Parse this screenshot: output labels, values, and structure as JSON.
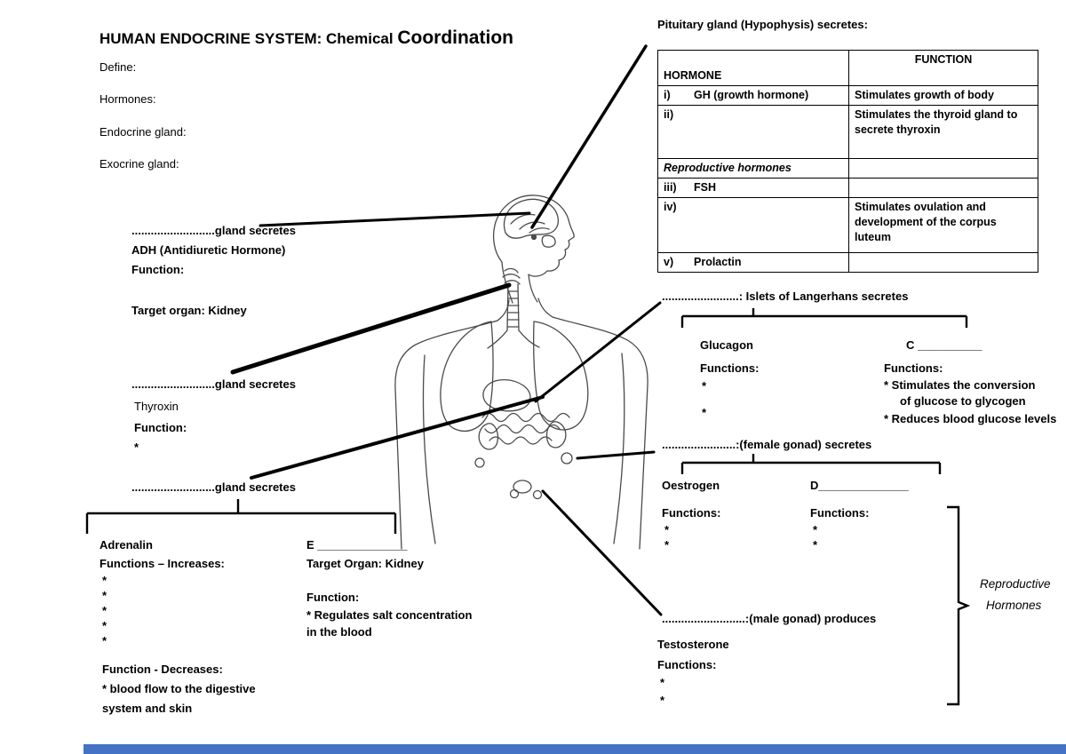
{
  "colors": {
    "accent_bar": "#4472c4"
  },
  "title": {
    "part1": "HUMAN ENDOCRINE SYSTEM:  Chemical ",
    "part2": "Coordination"
  },
  "definitions": {
    "define": "Define:",
    "hormones": "Hormones:",
    "endocrine": "Endocrine gland:",
    "exocrine": "Exocrine gland:"
  },
  "adh": {
    "dots": "..........................",
    "gland": "gland secretes",
    "hormone": "ADH (Antidiuretic Hormone)",
    "function_label": "Function:",
    "target": "Target organ: Kidney"
  },
  "thyroid": {
    "dots": "..........................",
    "gland": "gland secretes",
    "hormone": "Thyroxin",
    "function_label": "Function:",
    "bullet": "*"
  },
  "adrenal": {
    "dots": "..........................",
    "gland": "gland secretes",
    "left": {
      "name": "Adrenalin",
      "increases_label": "Functions – Increases:",
      "bullets": [
        "*",
        "*",
        "*",
        "*",
        "*"
      ],
      "decreases_label": "Function - Decreases:",
      "decreases_text1": "* blood flow to the digestive",
      "decreases_text2": "system and skin"
    },
    "right": {
      "name": "E ______________",
      "target": "Target Organ: Kidney",
      "function_label": "Function:",
      "text1": "* Regulates salt concentration",
      "text2": "in the blood"
    }
  },
  "pituitary": {
    "caption": "Pituitary gland (Hypophysis) secretes:",
    "header": {
      "hormone": "HORMONE",
      "function": "FUNCTION"
    },
    "rows": [
      {
        "num": "i)",
        "name": "GH (growth hormone)",
        "function": "Stimulates growth of body"
      },
      {
        "num": "ii)",
        "name": "",
        "function": "Stimulates the thyroid gland to secrete thyroxin"
      },
      {
        "num": "",
        "name": "Reproductive hormones",
        "function": ""
      },
      {
        "num": "iii)",
        "name": "FSH",
        "function": ""
      },
      {
        "num": "iv)",
        "name": "",
        "function": "Stimulates ovulation and development of the corpus luteum"
      },
      {
        "num": "v)",
        "name": "Prolactin",
        "function": ""
      }
    ]
  },
  "islets": {
    "dots": "........................",
    "label": ": Islets of Langerhans secretes",
    "left": {
      "name": "Glucagon",
      "functions_label": "Functions:",
      "bullets": [
        "*",
        "*"
      ]
    },
    "right": {
      "name": "C __________",
      "functions_label": "Functions:",
      "line1": "*  Stimulates the conversion",
      "line2": "of glucose to glycogen",
      "line3": "*   Reduces blood glucose levels"
    }
  },
  "ovary": {
    "dots": ".......................",
    "label": ":(female gonad) secretes",
    "left": {
      "name": "Oestrogen",
      "functions_label": "Functions:",
      "bullets": [
        "*",
        "*"
      ]
    },
    "right": {
      "name": "D______________",
      "functions_label": "Functions:",
      "bullets": [
        "*",
        "*"
      ]
    }
  },
  "testis": {
    "dots": "..........................",
    "label": ":(male gonad) produces",
    "name": "Testosterone",
    "functions_label": "Functions:",
    "bullets": [
      "*",
      "*"
    ]
  },
  "reproductive_bracket": {
    "line1": "Reproductive",
    "line2": "Hormones"
  }
}
